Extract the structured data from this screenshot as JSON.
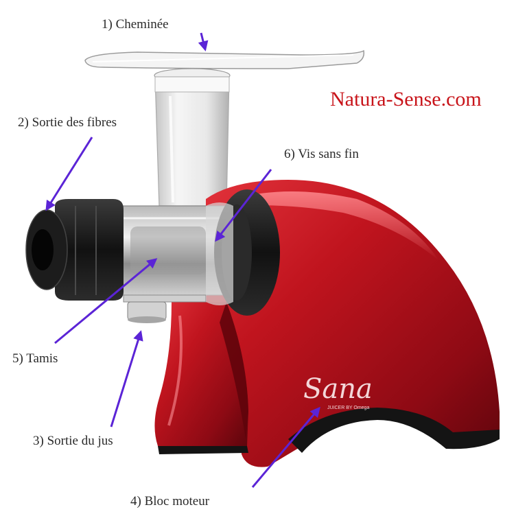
{
  "brand": {
    "text": "Natura-Sense.com",
    "color": "#c8141a"
  },
  "labels": {
    "chimney": "1) Cheminée",
    "pulp_outlet": "2) Sortie des fibres",
    "juice_outlet": "3) Sortie du jus",
    "motor_block": "4) Bloc moteur",
    "strainer": "5) Tamis",
    "auger": "6) Vis sans fin"
  },
  "product_logo": {
    "script": "Sana",
    "subtitle": "JUICER BY Omega"
  },
  "colors": {
    "arrow": "#5b24d6",
    "body_red": "#b3121c",
    "body_dark_red": "#6a0710",
    "black_parts": "#1a1a1a",
    "clear_plastic": "#dcdcdc",
    "label_text": "#2a2a2a"
  }
}
